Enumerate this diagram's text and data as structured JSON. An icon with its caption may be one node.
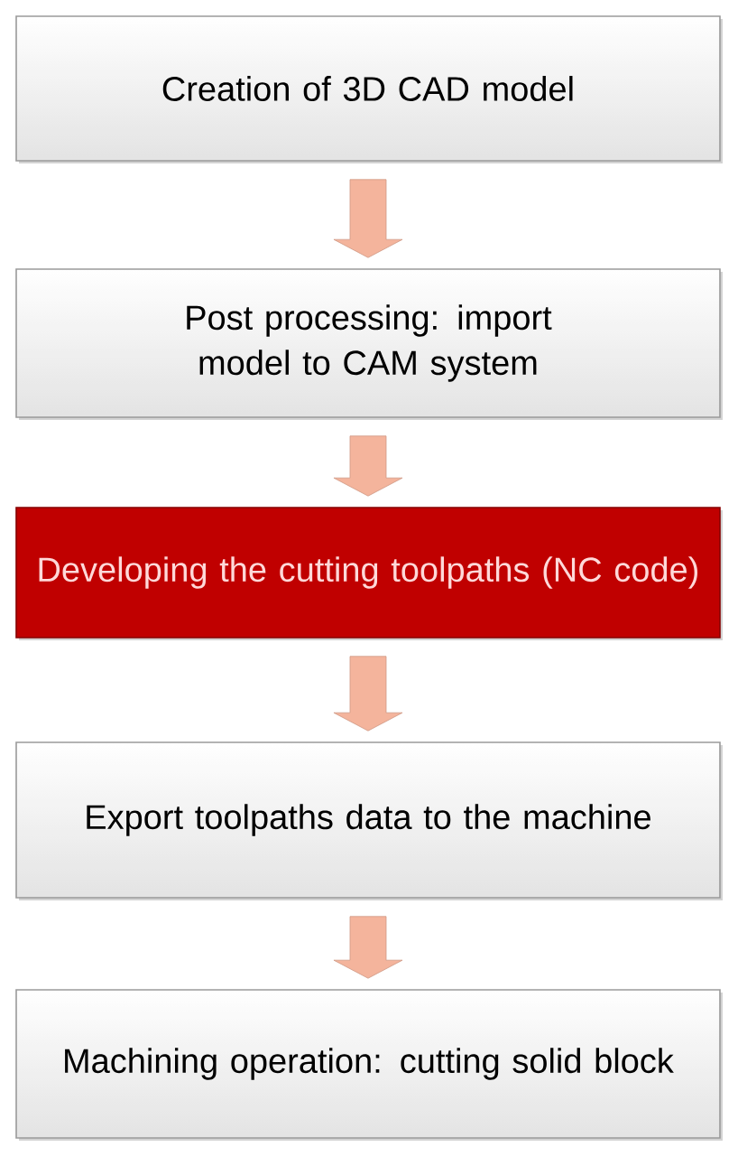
{
  "diagram": {
    "nodes": [
      {
        "text": [
          "Creation of 3D CAD model"
        ]
      },
      {
        "text": [
          "Post processing: import model to CAM system"
        ]
      },
      {
        "text": [
          "Developing the cutting toolpaths (NC code)"
        ]
      },
      {
        "text": [
          "Export toolpaths data to the machine"
        ]
      },
      {
        "text": [
          "Machining operation: cutting solid block"
        ]
      }
    ],
    "edges": [
      {
        "from": 0,
        "to": 1,
        "arrow": "to"
      },
      {
        "from": 1,
        "to": 2,
        "arrow": "to"
      },
      {
        "from": 2,
        "to": 3,
        "arrow": "to"
      },
      {
        "from": 3,
        "to": 4,
        "arrow": "to"
      }
    ]
  }
}
